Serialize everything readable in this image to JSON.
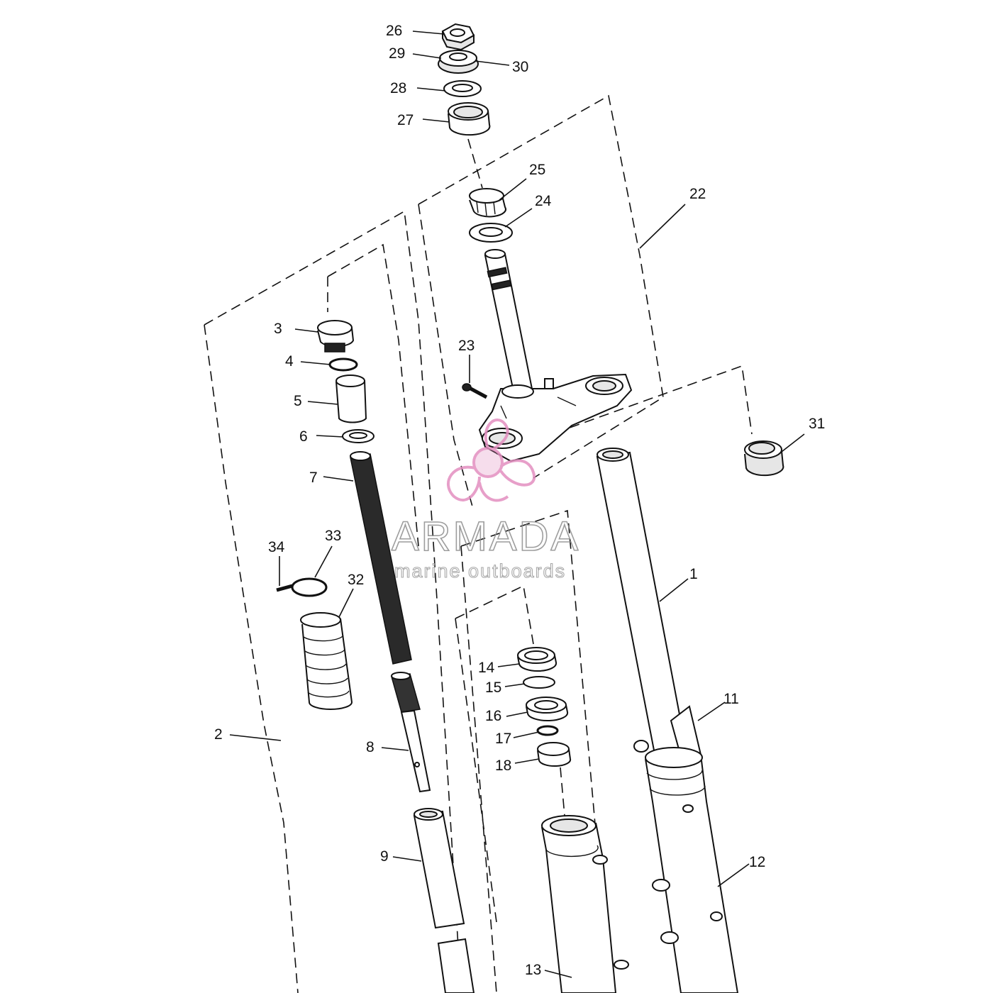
{
  "diagram": {
    "part_numbers": [
      "1",
      "2",
      "3",
      "4",
      "5",
      "6",
      "7",
      "8",
      "9",
      "11",
      "12",
      "13",
      "14",
      "15",
      "16",
      "17",
      "18",
      "22",
      "23",
      "24",
      "25",
      "26",
      "27",
      "28",
      "29",
      "30",
      "31",
      "32",
      "33",
      "34"
    ]
  },
  "watermark": {
    "brand": "ARMADA",
    "tagline": "marine outboards",
    "logo_icon": "propeller-logo-icon",
    "logo_color": "#e38fc0"
  }
}
